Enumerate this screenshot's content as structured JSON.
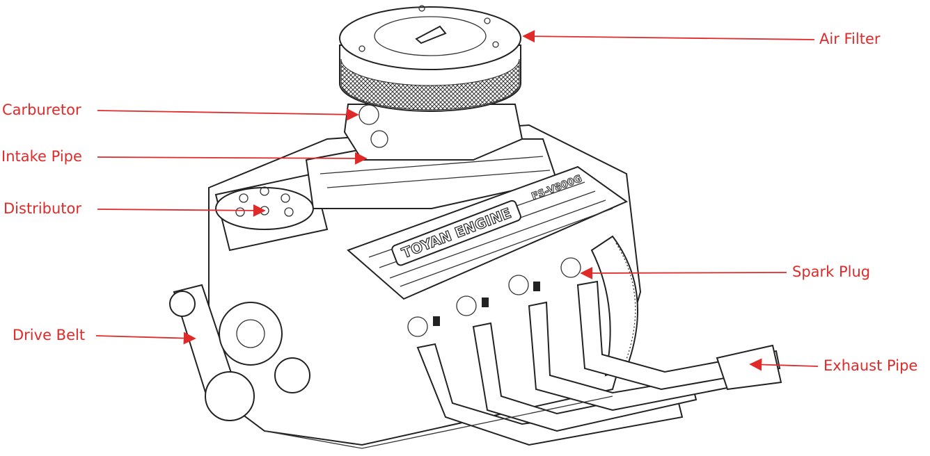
{
  "title": "Engine parts diagram",
  "accent_color": "#e02a2a",
  "engine": {
    "brand_text": "TOYAN ENGINE",
    "model_text": "FS-V800G"
  },
  "labels": {
    "air_filter": "Air Filter",
    "carburetor": "Carburetor",
    "intake_pipe": "Intake Pipe",
    "distributor": "Distributor",
    "spark_plug": "Spark Plug",
    "drive_belt": "Drive Belt",
    "exhaust_pipe": "Exhaust Pipe"
  }
}
